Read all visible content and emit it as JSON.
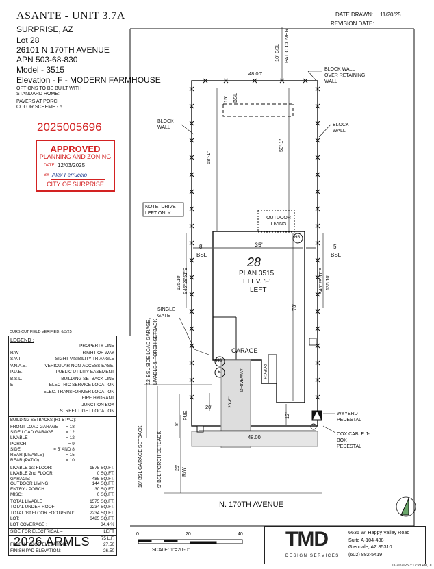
{
  "header": {
    "community": "ASANTE - UNIT 3.7A",
    "city": "SURPRISE, AZ",
    "lot_label": "Lot",
    "lot": "28",
    "address": "26101 N 170TH AVENUE",
    "apn_label": "APN",
    "apn": "503-68-830",
    "model_label": "Model -",
    "model": "3515",
    "elevation_label": "Elevation -",
    "elevation": "F - MODERN FARMHOUSE",
    "options_note": "OPTIONS TO BE BUILT WITH STANDARD HOME:",
    "paver_note": "PAVERS AT PORCH",
    "color_note": "COLOR SCHEME - 5",
    "date_drawn_label": "DATE DRAWN:",
    "date_drawn": "11/20/25",
    "revision_label": "REVISION DATE:",
    "revision": ""
  },
  "permit": {
    "number": "2025005696",
    "approved": "APPROVED",
    "dept": "PLANNING AND ZONING",
    "date_label": "DATE",
    "date": "12/03/2025",
    "by_label": "BY",
    "by": "Alex Ferruccio",
    "city": "CITY OF SURPRISE"
  },
  "plot": {
    "lot_number": "28",
    "plan": "PLAN 3515",
    "elev": "ELEV. 'F'",
    "orient": "LEFT",
    "garage": "GARAGE",
    "outdoor_living": "OUTDOOR LIVING",
    "porch": "PORCH",
    "driveway": "DRIVEWAY",
    "note_drive": "NOTE: DRIVE LEFT ONLY",
    "width_top": "48.00'",
    "width_bottom": "48.00'",
    "house_width": "35'",
    "side_left": "8'",
    "side_right": "5'",
    "bsl": "BSL",
    "depth_left": "58'-1\"",
    "depth_right": "50'-1\"",
    "house_depth": "73'",
    "rear_bsl": "15'",
    "rear_bsl_label": "BSL",
    "patio_bsl": "10' BSL",
    "patio_cover": "PATIO COVER",
    "bearing_left": "S46°28'51\"E",
    "bearing_right": "S46°28'51\"E",
    "lot_depth_left": "135.10'",
    "lot_depth_right": "135.10'",
    "drive_width": "20'-6\"",
    "front_20": "20'",
    "front_12": "12'",
    "pue": "PUE",
    "pue_8": "8'",
    "rw": "R/W",
    "rw_25": "25'",
    "garage_setback": "18' BSL GARAGE SETBACK",
    "porch_setback": "9' BSL PORCH SETBACK",
    "side_load": "12' BSL SIDE LOAD GARAGE, LIVABLE & PORCH SETBACK",
    "street": "N. 170TH AVENUE",
    "curb_cut": "CURB CUT FIELD VERIFIED: 6/3/25",
    "hb": "HB",
    "e": "E"
  },
  "callouts": {
    "block_wall_retaining": "BLOCK WALL OVER RETAINING WALL",
    "block_wall_left": "BLOCK WALL",
    "block_wall_right": "BLOCK WALL",
    "single_gate": "SINGLE GATE",
    "wyyerd": "WYYERD PEDESTAL",
    "cox": "COX CABLE J-BOX PEDESTAL"
  },
  "legend": {
    "title": "LEGEND :",
    "rows": [
      {
        "sym": "",
        "desc": "PROPERTY LINE"
      },
      {
        "sym": "R/W",
        "desc": "RIGHT-OF-WAY"
      },
      {
        "sym": "S.V.T.",
        "desc": "SIGHT VISIBILITY TRIANGLE"
      },
      {
        "sym": "V.N.A.E.",
        "desc": "VEHICULAR NON-ACCESS EASE."
      },
      {
        "sym": "P.U.E.",
        "desc": "PUBLIC UTILITY EASEMENT"
      },
      {
        "sym": "B.S.L.",
        "desc": "BUILDING SETBACK LINE"
      },
      {
        "sym": "E",
        "desc": "ELECTRIC SERVICE LOCATION"
      },
      {
        "sym": "",
        "desc": "ELEC. TRANSFORMER LOCATION"
      },
      {
        "sym": "",
        "desc": "FIRE HYDRANT"
      },
      {
        "sym": "",
        "desc": "JUNCTION BOX"
      },
      {
        "sym": "",
        "desc": "STREET LIGHT LOCATION"
      }
    ],
    "setbacks_title": "BUILDING SETBACKS (R1-5 PAD):",
    "setbacks": [
      {
        "k": "FRONT LOAD GARAGE",
        "v": "= 18'"
      },
      {
        "k": "SIDE LOAD GARAGE",
        "v": "= 12'"
      },
      {
        "k": "LIVABLE",
        "v": "= 12'"
      },
      {
        "k": "PORCH",
        "v": "= 9'"
      },
      {
        "k": "SIDE",
        "v": "= 5' AND 8'"
      },
      {
        "k": "REAR (LIVABLE)",
        "v": "= 15'"
      },
      {
        "k": "REAR (PATIO)",
        "v": "= 10'"
      }
    ],
    "areas": [
      {
        "k": "LIVABLE 1st FLOOR:",
        "v": "1575",
        "u": "SQ.FT."
      },
      {
        "k": "LIVABLE 2nd FLOOR:",
        "v": "0",
        "u": "SQ.FT."
      },
      {
        "k": "GARAGE:",
        "v": "485",
        "u": "SQ.FT."
      },
      {
        "k": "OUTDOOR LIVING:",
        "v": "144",
        "u": "SQ.FT."
      },
      {
        "k": "ENTRY / PORCH",
        "v": "30",
        "u": "SQ.FT."
      },
      {
        "k": "MISC:",
        "v": "0",
        "u": "SQ.FT."
      }
    ],
    "totals": [
      {
        "k": "TOTAL LIVABLE :",
        "v": "1575",
        "u": "SQ.FT."
      },
      {
        "k": "TOTAL UNDER ROOF:",
        "v": "2234",
        "u": "SQ.FT."
      },
      {
        "k": "TOTAL 1st FLOOR FOOTPRINT:",
        "v": "2234",
        "u": "SQ.FT."
      },
      {
        "k": "LOT:",
        "v": "6485",
        "u": "SQ.FT."
      },
      {
        "k": "LOT COVERAGE :",
        "v": "34.4",
        "u": "%"
      }
    ],
    "electrical_label": "SIDE FOR ELECTRICAL =",
    "electrical": "LEFT",
    "cable_value": "75",
    "cable_unit": "L.F.",
    "ff_label": "FINISH FLOOR ELEVATION:",
    "ff": "27.50",
    "fp_label": "FINISH PAD ELEVATION:",
    "fp": "26.50"
  },
  "scale": {
    "ticks": [
      "0",
      "20",
      "40"
    ],
    "label": "SCALE: 1\"=20'-0\""
  },
  "company": {
    "logo": "TMD",
    "sub": "DESIGN SERVICES",
    "addr1": "6635 W. Happy Valley Road",
    "addr2": "Suite A-104-438",
    "addr3": "Glendale, AZ 85310",
    "phone": "(602) 882-5419"
  },
  "watermark": "2026 ARMLS",
  "timestamp": "11/20/2025 3:17:59 PM, JL"
}
